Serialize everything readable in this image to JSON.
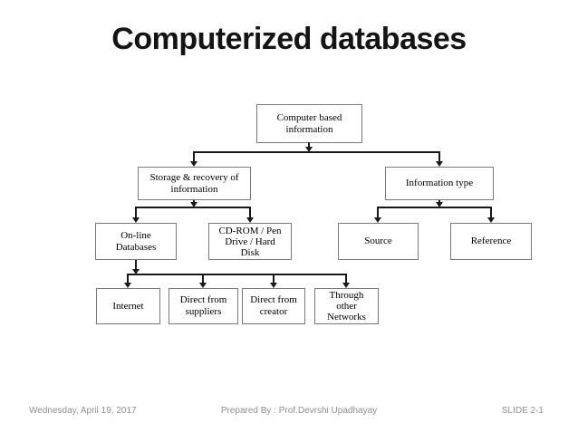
{
  "slide": {
    "title": "Computerized databases",
    "footer": {
      "date": "Wednesday, April 19, 2017",
      "prepared_by": "Prepared By : Prof.Devrshi Upadhayay",
      "slide_number": "SLIDE 2-1"
    }
  },
  "diagram": {
    "type": "hierarchy",
    "nodes": [
      {
        "id": "computer-based-information",
        "lines": [
          "Computer based",
          "information"
        ]
      },
      {
        "id": "storage-recovery",
        "lines": [
          "Storage & recovery of",
          "information"
        ]
      },
      {
        "id": "information-type",
        "lines": [
          "Information type"
        ]
      },
      {
        "id": "online-databases",
        "lines": [
          "On-line",
          "Databases"
        ]
      },
      {
        "id": "cdrom-pen-drive-hard-disk",
        "lines": [
          "CD-ROM / Pen",
          "Drive / Hard",
          "Disk"
        ]
      },
      {
        "id": "source",
        "lines": [
          "Source"
        ]
      },
      {
        "id": "reference",
        "lines": [
          "Reference"
        ]
      },
      {
        "id": "internet",
        "lines": [
          "Internet"
        ]
      },
      {
        "id": "direct-from-suppliers",
        "lines": [
          "Direct from",
          "suppliers"
        ]
      },
      {
        "id": "direct-from-creator",
        "lines": [
          "Direct from",
          "creator"
        ]
      },
      {
        "id": "through-other-networks",
        "lines": [
          "Through",
          "other",
          "Networks"
        ]
      }
    ],
    "edges": [
      {
        "from": "computer-based-information",
        "to": "storage-recovery"
      },
      {
        "from": "computer-based-information",
        "to": "information-type"
      },
      {
        "from": "storage-recovery",
        "to": "online-databases"
      },
      {
        "from": "storage-recovery",
        "to": "cdrom-pen-drive-hard-disk"
      },
      {
        "from": "information-type",
        "to": "source"
      },
      {
        "from": "information-type",
        "to": "reference"
      },
      {
        "from": "online-databases",
        "to": "internet"
      },
      {
        "from": "online-databases",
        "to": "direct-from-suppliers"
      },
      {
        "from": "online-databases",
        "to": "direct-from-creator"
      },
      {
        "from": "online-databases",
        "to": "through-other-networks"
      }
    ],
    "colors": {
      "background": "#ffffff",
      "box_border": "#7a7a7a",
      "box_fill": "#ffffff",
      "box_text": "#000000",
      "connector": "#1a1a1a",
      "title_text": "#141414",
      "footer_text": "#8f8f8f"
    }
  }
}
